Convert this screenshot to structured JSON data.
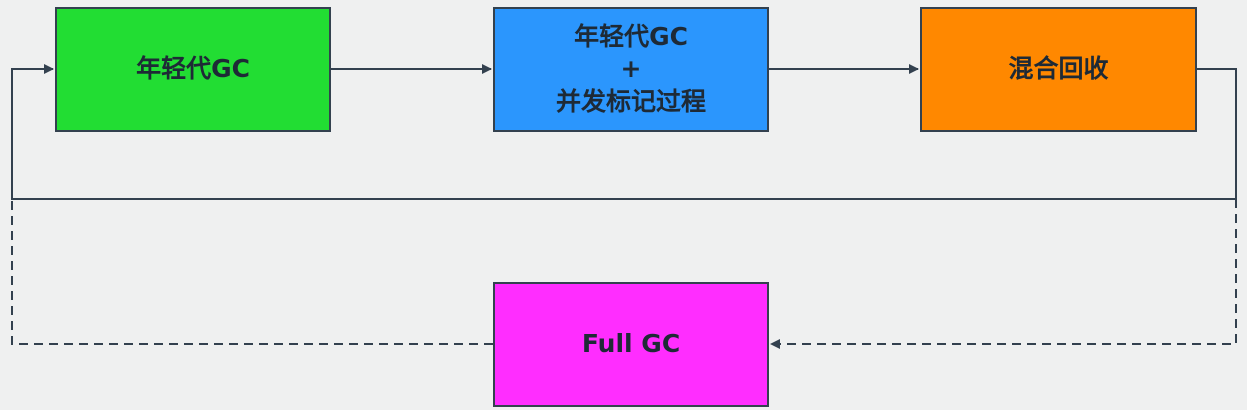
{
  "colors": {
    "background": "#eff0f0",
    "border": "#33414f",
    "line": "#33414f",
    "young_gc": "#22dd33",
    "concurrent_mark": "#2b96fd",
    "mixed_gc": "#ff8800",
    "full_gc": "#ff2dff"
  },
  "boxes": {
    "young_gc": {
      "label": "年轻代GC"
    },
    "concurrent_mark": {
      "lines": [
        "年轻代GC",
        "+",
        "并发标记过程"
      ]
    },
    "mixed_gc": {
      "label": "混合回收"
    },
    "full_gc": {
      "label": "Full GC"
    }
  }
}
